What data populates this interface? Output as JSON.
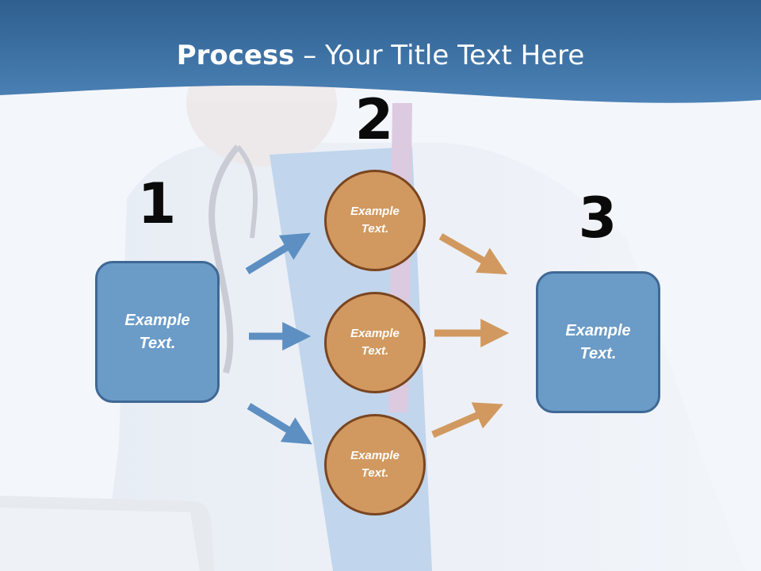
{
  "title": {
    "strong": "Process",
    "rest": " – Your Title Text Here"
  },
  "steps": {
    "one": "1",
    "two": "2",
    "three": "3"
  },
  "left_box": {
    "line1": "Example",
    "line2": "Text."
  },
  "right_box": {
    "line1": "Example",
    "line2": "Text."
  },
  "circles": [
    {
      "line1": "Example",
      "line2": "Text."
    },
    {
      "line1": "Example",
      "line2": "Text."
    },
    {
      "line1": "Example",
      "line2": "Text."
    }
  ],
  "colors": {
    "header_blue": "#3f73a6",
    "box_fill": "#6b9bc7",
    "box_border": "#3f6894",
    "circle_fill": "#d1995f",
    "circle_border": "#7a4520",
    "blue_arrow": "#5d8fc2",
    "orange_arrow": "#d1995f"
  }
}
